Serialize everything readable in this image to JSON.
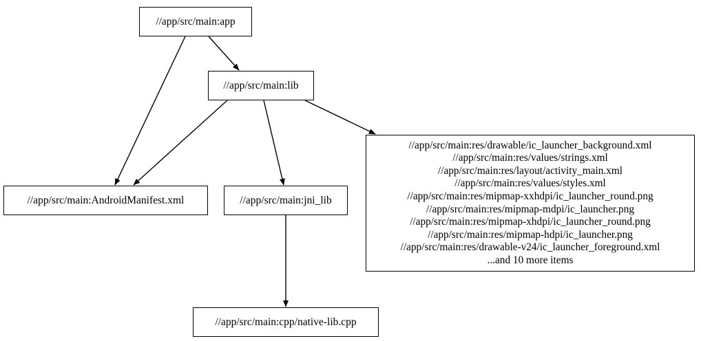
{
  "graph": {
    "type": "directed-dependency-graph",
    "background_color": "#ffffff",
    "line_color": "#000000",
    "text_color": "#000000",
    "nodes": {
      "app": {
        "label": "//app/src/main:app"
      },
      "lib": {
        "label": "//app/src/main:lib"
      },
      "manifest": {
        "label": "//app/src/main:AndroidManifest.xml"
      },
      "jni_lib": {
        "label": "//app/src/main:jni_lib"
      },
      "native_lib": {
        "label": "//app/src/main:cpp/native-lib.cpp"
      },
      "res_group": {
        "lines": [
          "//app/src/main:res/drawable/ic_launcher_background.xml",
          "//app/src/main:res/values/strings.xml",
          "//app/src/main:res/layout/activity_main.xml",
          "//app/src/main:res/values/styles.xml",
          "//app/src/main:res/mipmap-xxhdpi/ic_launcher_round.png",
          "//app/src/main:res/mipmap-mdpi/ic_launcher.png",
          "//app/src/main:res/mipmap-xhdpi/ic_launcher_round.png",
          "//app/src/main:res/mipmap-hdpi/ic_launcher.png",
          "//app/src/main:res/drawable-v24/ic_launcher_foreground.xml",
          "...and 10 more items"
        ],
        "more_items_count": 10
      }
    },
    "edges": [
      {
        "from": "app",
        "to": "manifest"
      },
      {
        "from": "app",
        "to": "lib"
      },
      {
        "from": "lib",
        "to": "manifest"
      },
      {
        "from": "lib",
        "to": "jni_lib"
      },
      {
        "from": "lib",
        "to": "res_group"
      },
      {
        "from": "jni_lib",
        "to": "native_lib"
      }
    ]
  }
}
